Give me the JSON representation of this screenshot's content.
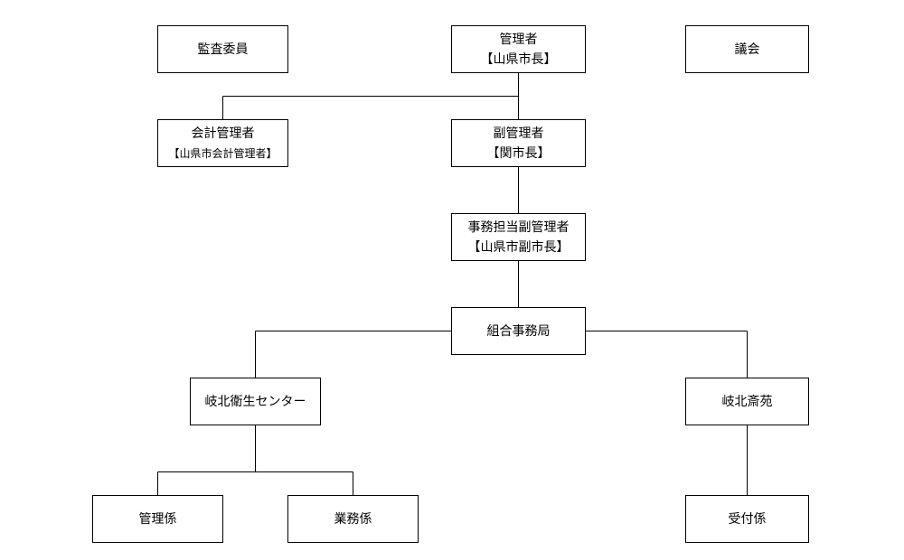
{
  "org_chart": {
    "audit": {
      "title": "監査委員"
    },
    "admin": {
      "title": "管理者",
      "sub": "【山県市長】"
    },
    "council": {
      "title": "議会"
    },
    "accountant": {
      "title": "会計管理者",
      "sub": "【山県市会計管理者】"
    },
    "vice_admin": {
      "title": "副管理者",
      "sub": "【関市長】"
    },
    "affairs_vice_admin": {
      "title": "事務担当副管理者",
      "sub": "【山県市副市長】"
    },
    "office": {
      "title": "組合事務局"
    },
    "center": {
      "title": "岐北衛生センター"
    },
    "saien": {
      "title": "岐北斎苑"
    },
    "kanri": {
      "title": "管理係"
    },
    "gyomu": {
      "title": "業務係"
    },
    "uketsuke": {
      "title": "受付係"
    }
  }
}
